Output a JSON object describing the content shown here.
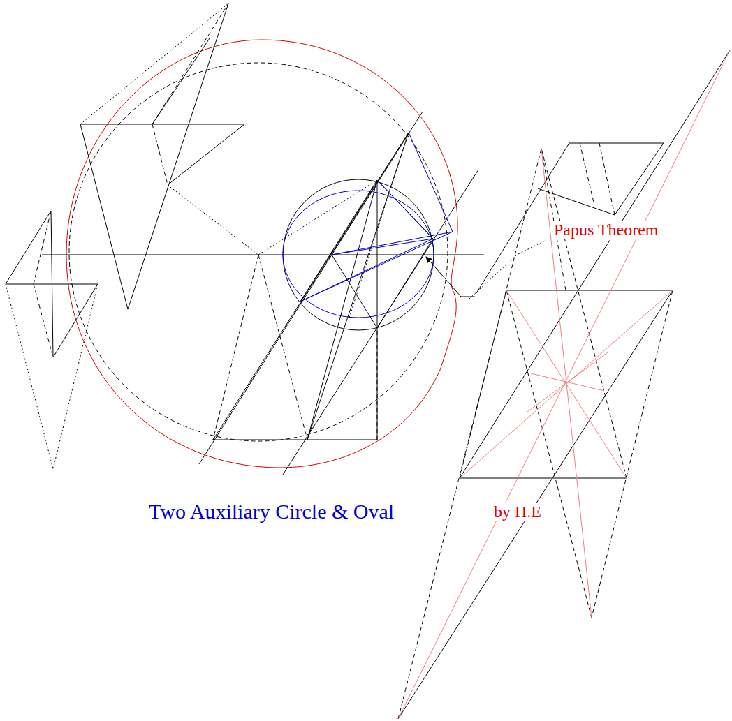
{
  "diagram": {
    "labels": [
      "Papus Theorem",
      "Two Auxiliary Circle & Oval",
      "by H.E"
    ]
  }
}
